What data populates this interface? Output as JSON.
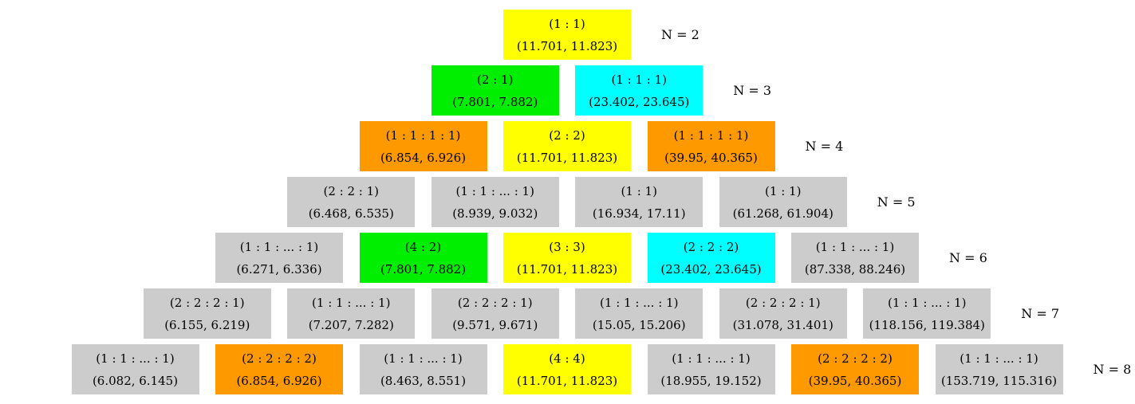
{
  "colors": {
    "yellow": "#ffff00",
    "green": "#00ee00",
    "cyan": "#00ffff",
    "orange": "#ff9900",
    "gray": "#cccccc"
  },
  "rows": [
    {
      "n_label": "N = 2",
      "cells": [
        {
          "ratio": "(1 : 1)",
          "values": "(11.701, 11.823)",
          "color": "yellow"
        }
      ]
    },
    {
      "n_label": "N = 3",
      "cells": [
        {
          "ratio": "(2 : 1)",
          "values": "(7.801, 7.882)",
          "color": "green"
        },
        {
          "ratio": "(1 : 1 : 1)",
          "values": "(23.402, 23.645)",
          "color": "cyan"
        }
      ]
    },
    {
      "n_label": "N = 4",
      "cells": [
        {
          "ratio": "(1 : 1 : 1 : 1)",
          "values": "(6.854, 6.926)",
          "color": "orange"
        },
        {
          "ratio": "(2 : 2)",
          "values": "(11.701, 11.823)",
          "color": "yellow"
        },
        {
          "ratio": "(1 : 1 : 1 : 1)",
          "values": "(39.95, 40.365)",
          "color": "orange"
        }
      ]
    },
    {
      "n_label": "N = 5",
      "cells": [
        {
          "ratio": "(2 : 2 : 1)",
          "values": "(6.468, 6.535)",
          "color": "gray"
        },
        {
          "ratio": "(1 : 1 : ... : 1)",
          "values": "(8.939, 9.032)",
          "color": "gray"
        },
        {
          "ratio": "(1 : 1)",
          "values": "(16.934, 17.11)",
          "color": "gray"
        },
        {
          "ratio": "(1 : 1)",
          "values": "(61.268, 61.904)",
          "color": "gray"
        }
      ]
    },
    {
      "n_label": "N = 6",
      "cells": [
        {
          "ratio": "(1 : 1 : ... : 1)",
          "values": "(6.271, 6.336)",
          "color": "gray"
        },
        {
          "ratio": "(4 : 2)",
          "values": "(7.801, 7.882)",
          "color": "green"
        },
        {
          "ratio": "(3 : 3)",
          "values": "(11.701, 11.823)",
          "color": "yellow"
        },
        {
          "ratio": "(2 : 2 : 2)",
          "values": "(23.402, 23.645)",
          "color": "cyan"
        },
        {
          "ratio": "(1 : 1 : ... : 1)",
          "values": "(87.338, 88.246)",
          "color": "gray"
        }
      ]
    },
    {
      "n_label": "N = 7",
      "cells": [
        {
          "ratio": "(2 : 2 : 2 : 1)",
          "values": "(6.155, 6.219)",
          "color": "gray"
        },
        {
          "ratio": "(1 : 1 : ... : 1)",
          "values": "(7.207, 7.282)",
          "color": "gray"
        },
        {
          "ratio": "(2 : 2 : 2 : 1)",
          "values": "(9.571, 9.671)",
          "color": "gray"
        },
        {
          "ratio": "(1 : 1 : ... : 1)",
          "values": "(15.05, 15.206)",
          "color": "gray"
        },
        {
          "ratio": "(2 : 2 : 2 : 1)",
          "values": "(31.078, 31.401)",
          "color": "gray"
        },
        {
          "ratio": "(1 : 1 : ... : 1)",
          "values": "(118.156, 119.384)",
          "color": "gray"
        }
      ]
    },
    {
      "n_label": "N = 8",
      "cells": [
        {
          "ratio": "(1 : 1 : ... : 1)",
          "values": "(6.082, 6.145)",
          "color": "gray"
        },
        {
          "ratio": "(2 : 2 : 2 : 2)",
          "values": "(6.854, 6.926)",
          "color": "orange"
        },
        {
          "ratio": "(1 : 1 : ... : 1)",
          "values": "(8.463, 8.551)",
          "color": "gray"
        },
        {
          "ratio": "(4 : 4)",
          "values": "(11.701, 11.823)",
          "color": "yellow"
        },
        {
          "ratio": "(1 : 1 : ... : 1)",
          "values": "(18.955, 19.152)",
          "color": "gray"
        },
        {
          "ratio": "(2 : 2 : 2 : 2)",
          "values": "(39.95, 40.365)",
          "color": "orange"
        },
        {
          "ratio": "(1 : 1 : ... : 1)",
          "values": "(153.719, 115.316)",
          "color": "gray"
        }
      ]
    }
  ]
}
